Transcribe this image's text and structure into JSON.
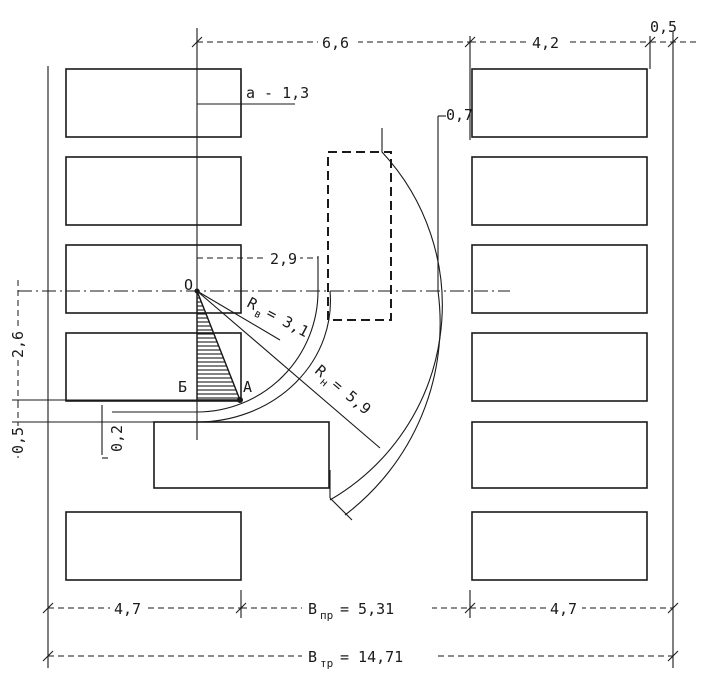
{
  "labels": {
    "top_6_6": "6,6",
    "top_4_2": "4,2",
    "top_0_5": "0,5",
    "a_1_3": "a - 1,3",
    "v_0_7": "0,7",
    "h_2_9": "2,9",
    "point_o": "O",
    "r_v": "R",
    "r_v_sub": "в",
    "r_v_val": "= 3,1",
    "r_n": "R",
    "r_n_sub": "н",
    "r_n_val": "= 5,9",
    "point_b": "Б",
    "point_a": "A",
    "left_2_6": "2,6",
    "left_0_5": "0,5",
    "small_0_2": "0,2",
    "bottom_4_7_left": "4,7",
    "b_np": "B",
    "b_np_sub": "пр",
    "b_np_val": "= 5,31",
    "bottom_4_7_right": "4,7",
    "b_tp": "B",
    "b_tp_sub": "тр",
    "b_tp_val": "= 14,71"
  }
}
